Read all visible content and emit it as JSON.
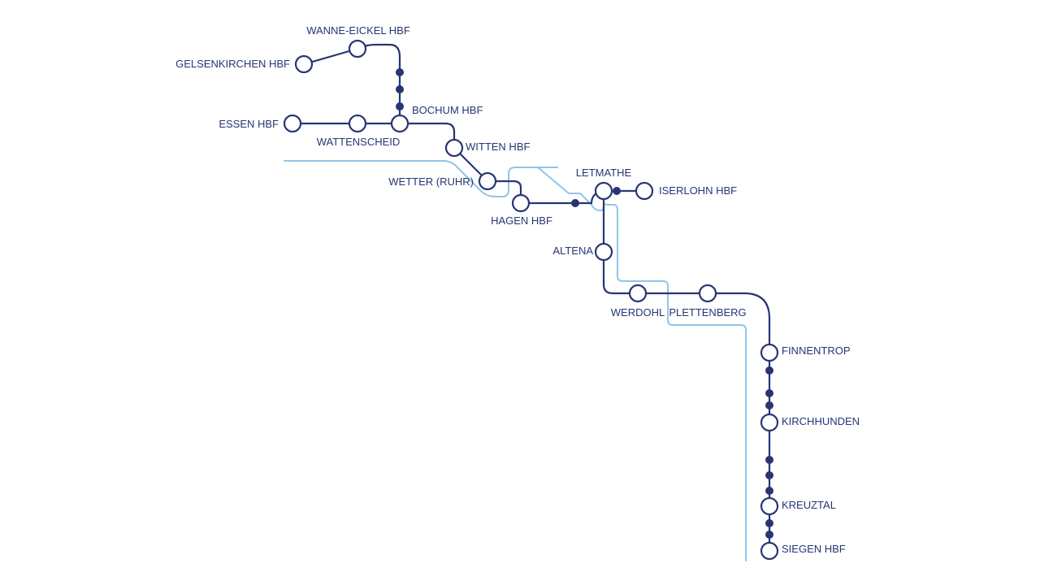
{
  "map": {
    "colors": {
      "main_line": "#283574",
      "secondary_line": "#8ec6e6",
      "background": "#ffffff"
    },
    "stations": {
      "wanne_eickel": "WANNE-EICKEL HBF",
      "gelsenkirchen": "GELSENKIRCHEN HBF",
      "bochum": "BOCHUM HBF",
      "essen": "ESSEN HBF",
      "wattenscheid": "WATTENSCHEID",
      "witten": "WITTEN HBF",
      "wetter": "WETTER (RUHR)",
      "hagen": "HAGEN HBF",
      "letmathe": "LETMATHE",
      "iserlohn": "ISERLOHN HBF",
      "altena": "ALTENA",
      "werdohl": "WERDOHL",
      "plettenberg": "PLETTENBERG",
      "finnentrop": "FINNENTROP",
      "kirchhunden": "KIRCHHUNDEN",
      "kreuztal": "KREUZTAL",
      "siegen": "SIEGEN HBF"
    }
  }
}
